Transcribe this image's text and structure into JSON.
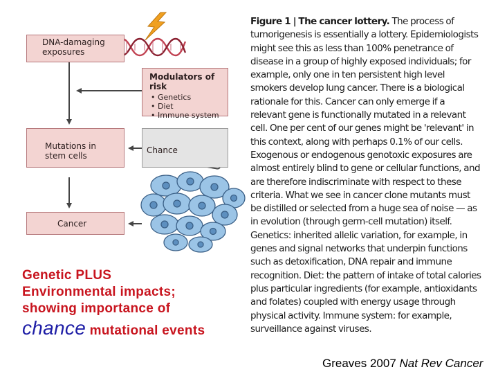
{
  "diagram": {
    "dna_box": {
      "line1": "DNA-damaging",
      "line2": "exposures"
    },
    "modulators_box": {
      "title": "Modulators of risk",
      "bullets": [
        "Genetics",
        "Diet",
        "Immune system"
      ]
    },
    "mutations_box": {
      "line1": "Mutations in",
      "line2": "stem cells"
    },
    "chance_box": {
      "label": "Chance"
    },
    "cancer_box": {
      "label": "Cancer"
    }
  },
  "caption": {
    "figure_label": "Figure 1 |",
    "figure_title": "The cancer lottery.",
    "body": "The process of tumorigenesis is essentially a lottery. Epidemiologists might see this as less than 100% penetrance of disease in a group of highly exposed individuals; for example, only one in ten persistent high level smokers develop lung cancer. There is a biological rationale for this. Cancer can only emerge if a relevant gene is functionally mutated in a relevant cell. One per cent of our genes might be 'relevant' in this context, along with perhaps 0.1% of our cells. Exogenous or endogenous genotoxic exposures are almost entirely blind to gene or cellular functions, and are therefore indiscriminate with respect to these criteria. What we see in cancer clone mutants must be distilled or selected from a huge sea of noise — as in evolution (through germ-cell mutation) itself. Genetics: inherited allelic variation, for example, in genes and signal networks that underpin functions such as detoxification, DNA repair and immune recognition. Diet: the pattern of intake of total calories plus particular ingredients (for example, antioxidants and folates) coupled with energy usage through physical activity. Immune system: for example, surveillance against viruses."
  },
  "overlay": {
    "line1": "Genetic PLUS",
    "line2": "Environmental impacts;",
    "line3": "showing importance of",
    "chance_word": "chance",
    "line4_rest": " mutational events"
  },
  "citation": {
    "author_year": "Greaves 2007 ",
    "journal": "Nat Rev Cancer"
  },
  "colors": {
    "pink_box": "#f3d4d2",
    "grey_box": "#e4e4e4",
    "overlay_red": "#c8141e",
    "chance_blue": "#1e1ea6",
    "cell_blue": "#9bc4e6",
    "lightning": "#f0a020",
    "dna_strand": "#c04050"
  }
}
